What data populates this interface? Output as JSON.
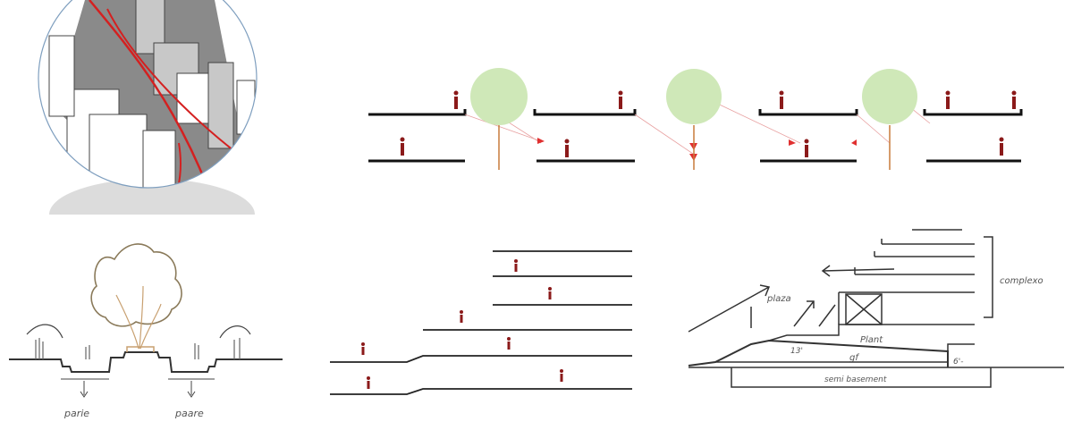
{
  "park_sketch": {
    "label_left": "parie",
    "label_right": "paare"
  },
  "complex_sketch": {
    "label_plaza": "plaza",
    "label_plant": "Plant",
    "label_gf": "gf",
    "label_basement": "semi basement",
    "label_complex": "complexo",
    "label_dim_1": "13'",
    "label_dim_2": "6'-"
  },
  "colors": {
    "tree_fill": "#cfe8b8",
    "person": "#8b1a1a",
    "arrow_red": "#e03030",
    "building_grey": "#9a9a9a",
    "circle_outline": "#7f9fbf"
  }
}
